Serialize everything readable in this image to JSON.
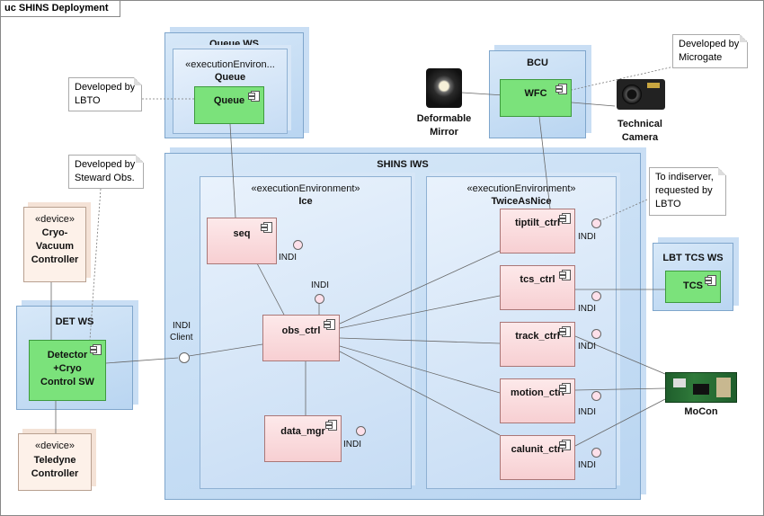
{
  "diagram": {
    "title": "uc SHINS Deployment",
    "nodes": {
      "queue_ws": "Queue WS",
      "shins_iws": "SHINS IWS",
      "bcu": "BCU",
      "det_ws": "DET WS",
      "lbt_tcs_ws": "LBT TCS WS"
    },
    "environments": {
      "queue_env_stereotype": "«executionEnviron...",
      "queue_env_name": "Queue",
      "ice_stereotype": "«executionEnvironment»",
      "ice_name": "Ice",
      "twice_stereotype": "«executionEnvironment»",
      "twice_name": "TwiceAsNice"
    },
    "components": {
      "queue": "Queue",
      "wfc": "WFC",
      "seq": "seq",
      "obs_ctrl": "obs_ctrl",
      "data_mgr": "data_mgr",
      "tiptilt_ctrl": "tiptilt_ctrl",
      "tcs_ctrl": "tcs_ctrl",
      "track_ctrl": "track_ctrl",
      "motion_ctrl": "motion_ctrl",
      "calunit_ctrl": "calunit_ctrl",
      "tcs": "TCS",
      "detector_line1": "Detector",
      "detector_line2": "+Cryo",
      "detector_line3": "Control SW"
    },
    "devices": {
      "cryo_stereotype": "«device»",
      "cryo_line1": "Cryo-",
      "cryo_line2": "Vacuum",
      "cryo_line3": "Controller",
      "teledyne_stereotype": "«device»",
      "teledyne_line1": "Teledyne",
      "teledyne_line2": "Controller"
    },
    "hardware": {
      "mirror_line1": "Deformable",
      "mirror_line2": "Mirror",
      "camera_line1": "Technical",
      "camera_line2": "Camera",
      "mocon": "MoCon"
    },
    "notes": {
      "lbto_line1": "Developed by",
      "lbto_line2": "LBTO",
      "steward_line1": "Developed by",
      "steward_line2": "Steward Obs.",
      "microgate_line1": "Developed by",
      "microgate_line2": "Microgate",
      "indiserver_line1": "To indiserver,",
      "indiserver_line2": "requested by",
      "indiserver_line3": "LBTO"
    },
    "ports": {
      "indi": "INDI",
      "indi_client_line1": "INDI",
      "indi_client_line2": "Client"
    }
  }
}
